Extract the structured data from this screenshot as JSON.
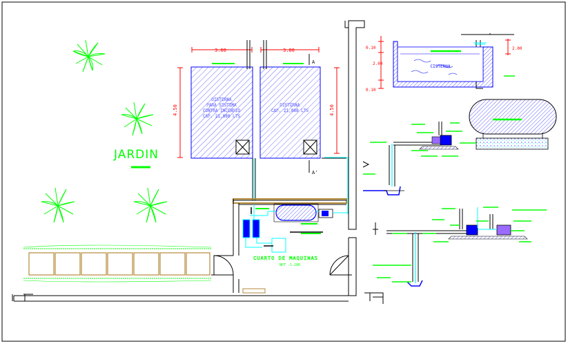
{
  "drawing": {
    "garden_label": "JARDIN",
    "tank_left": {
      "line1": "DISTERNA",
      "line2": "PARA SISTEMA",
      "line3": "CONTRA INCENDIO",
      "line4": "CAP. 21,000 LTS"
    },
    "tank_right": {
      "line1": "DISTERNA",
      "line2": "CAP. 21,000 LTS"
    },
    "machine_room": {
      "title": "CUARTO DE MAQUINAS",
      "subtitle": "NPT -1.200"
    },
    "dims": {
      "left_width": "3.00",
      "right_width": "3.00",
      "left_height": "4.50",
      "right_height": "4.50",
      "section_d1": "0.10",
      "section_d2": "2.00",
      "section_d3": "0.10",
      "section_d4": "2.00"
    },
    "section_label": "CISTERNA",
    "section_marks": {
      "top": "A",
      "bottom": "A'"
    },
    "colors": {
      "outline": "#000000",
      "dimension": "#ff0000",
      "label": "#00ff00",
      "pipe": "#00ffff",
      "equipment": "#0000ff",
      "hatch": "#7070ff",
      "wall": "#b58a3a",
      "pump": "#9b6bff"
    }
  }
}
